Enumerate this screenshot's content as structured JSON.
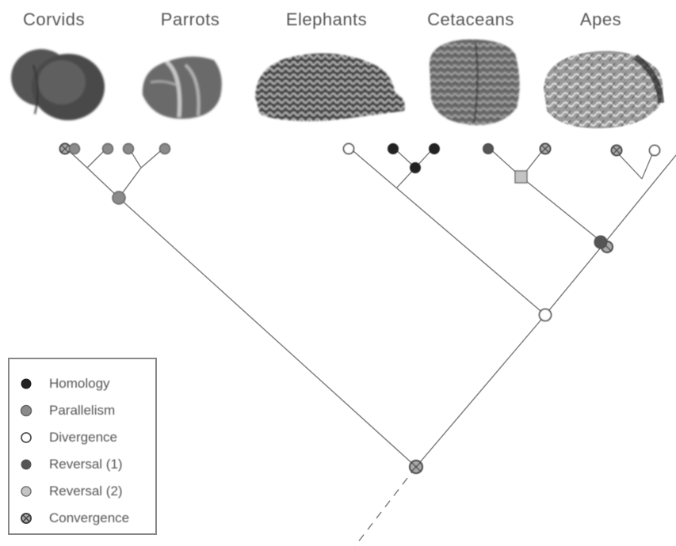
{
  "taxa": [
    "Corvids",
    "Parrots",
    "Elephants",
    "Cetaceans",
    "Apes"
  ],
  "legend": [
    {
      "label": "Homology",
      "kind": "homology"
    },
    {
      "label": "Parallelism",
      "kind": "parallelism"
    },
    {
      "label": "Divergence",
      "kind": "divergence"
    },
    {
      "label": "Reversal (1)",
      "kind": "reversal1"
    },
    {
      "label": "Reversal (2)",
      "kind": "reversal2"
    },
    {
      "label": "Convergence",
      "kind": "convergence"
    }
  ],
  "colors": {
    "line": "#888888",
    "homology": "#222222",
    "parallelism": "#8a8a8a",
    "divergence": "#ffffff",
    "reversal1": "#555555",
    "reversal2": "#c4c4c4",
    "convergence": "#aaaaaa",
    "text": "#555555"
  }
}
